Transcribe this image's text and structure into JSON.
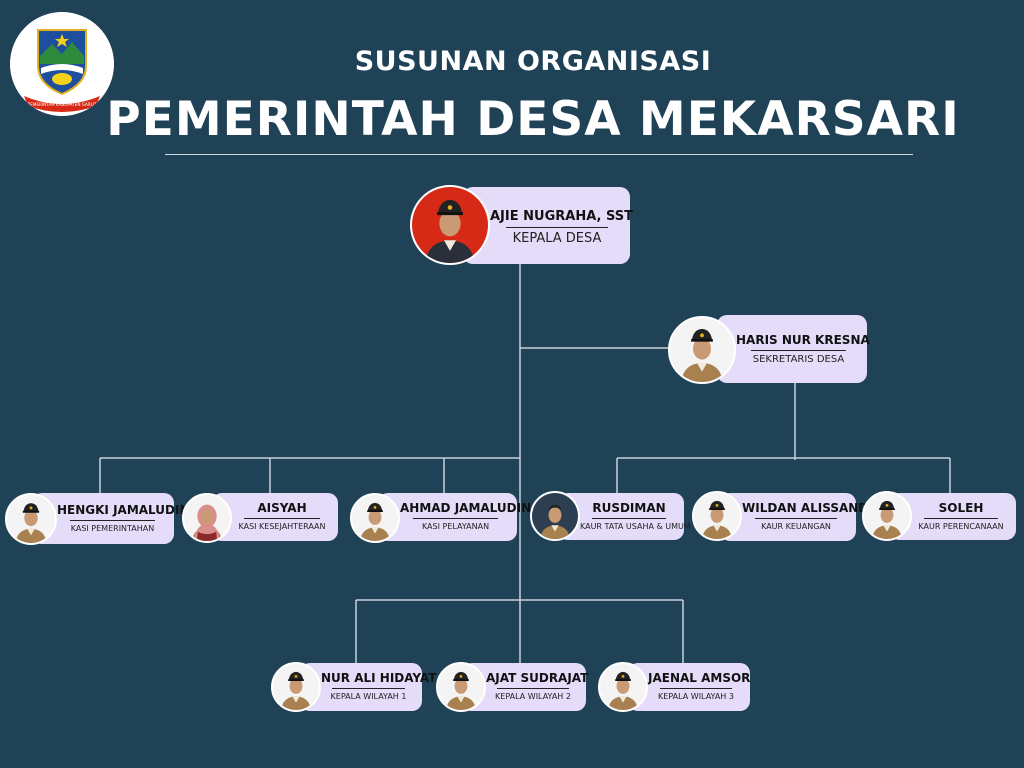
{
  "header": {
    "subtitle": "SUSUNAN ORGANISASI",
    "title": "PEMERINTAH DESA MEKARSARI",
    "logo_icon": "regency-emblem-icon",
    "logo_ribbon_text": "PEMERINTAH KABUPATEN GARUT"
  },
  "colors": {
    "background": "#1f4257",
    "card": "#e5dcfa",
    "connector_lines": "#c9d2d8",
    "uniform": "#a9804f",
    "kepala_photo_background": "#d62a16"
  },
  "members": [
    {
      "name": "AJIE NUGRAHA, SST",
      "role": "KEPALA DESA"
    },
    {
      "name": "HARIS NUR KRESNA",
      "role": "SEKRETARIS DESA"
    },
    {
      "name": "HENGKI JAMALUDIN",
      "role": "KASI PEMERINTAHAN"
    },
    {
      "name": "AISYAH",
      "role": "KASI KESEJAHTERAAN"
    },
    {
      "name": "AHMAD JAMALUDIN",
      "role": "KASI PELAYANAN"
    },
    {
      "name": "RUSDIMAN",
      "role": "KAUR TATA USAHA & UMUM"
    },
    {
      "name": "WILDAN ALISSANDI",
      "role": "KAUR KEUANGAN"
    },
    {
      "name": "SOLEH",
      "role": "KAUR PERENCANAAN"
    },
    {
      "name": "NUR ALI HIDAYAT",
      "role": "KEPALA WILAYAH 1"
    },
    {
      "name": "AJAT SUDRAJAT",
      "role": "KEPALA WILAYAH 2"
    },
    {
      "name": "JAENAL AMSOR",
      "role": "KEPALA WILAYAH 3"
    }
  ]
}
